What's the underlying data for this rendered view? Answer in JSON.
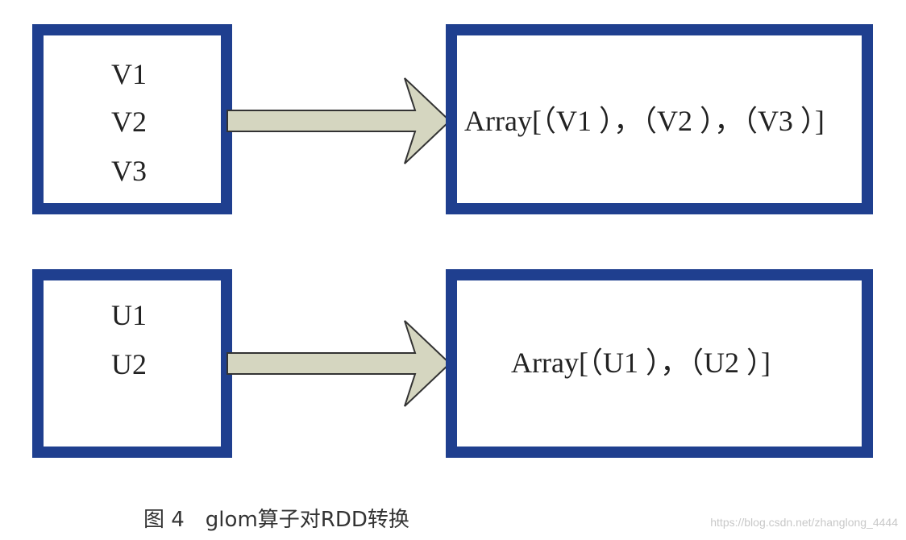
{
  "diagram": {
    "top": {
      "source_items": [
        "V1",
        "V2",
        "V3"
      ],
      "result_text": "Array[（V1 ），（V2 ），（V3 ）]"
    },
    "bottom": {
      "source_items": [
        "U1",
        "U2"
      ],
      "result_text": "Array[（U1 ），（U2 ）]"
    },
    "colors": {
      "box_border": "#1f3f8f",
      "arrow_fill": "#d5d6c0",
      "arrow_stroke": "#333333"
    }
  },
  "caption": "图 4　glom算子对RDD转换",
  "watermark": "https://blog.csdn.net/zhanglong_4444"
}
